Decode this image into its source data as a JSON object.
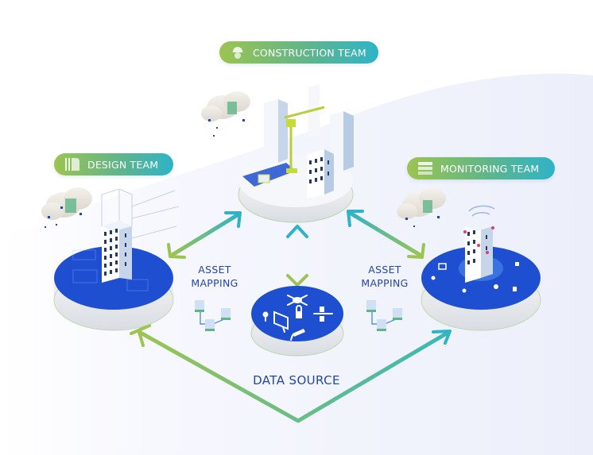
{
  "diagram": {
    "title": "Team data flow via asset mapping",
    "colors": {
      "platform_blue": "#1e4fd0",
      "text_blue": "#2446a8",
      "gradient_green": "#9cc451",
      "gradient_teal": "#2fb3c9",
      "background_tint": "#eef1fb"
    },
    "teams": [
      {
        "id": "design",
        "label": "DESIGN TEAM",
        "icon": "blueprint-icon"
      },
      {
        "id": "construction",
        "label": "CONSTRUCTION TEAM",
        "icon": "hardhat-worker-icon"
      },
      {
        "id": "monitoring",
        "label": "MONITORING TEAM",
        "icon": "dashboard-panel-icon"
      }
    ],
    "asset_mapping_left": {
      "line1": "ASSET",
      "line2": "MAPPING"
    },
    "asset_mapping_right": {
      "line1": "ASSET",
      "line2": "MAPPING"
    },
    "data_source": {
      "label": "DATA SOURCE",
      "icons": [
        "drone-icon",
        "lightbulb-icon",
        "monitor-icon",
        "lock-icon",
        "satellite-icon",
        "security-camera-icon"
      ]
    },
    "monitoring_platform_icons": [
      "monitor-icon",
      "lightbulb-icon",
      "thermostat-icon",
      "lock-icon",
      "camera-icon",
      "door-icon"
    ],
    "connections": [
      {
        "from": "construction",
        "to": "design",
        "direction": "bidirectional"
      },
      {
        "from": "construction",
        "to": "monitoring",
        "direction": "bidirectional"
      },
      {
        "from": "construction",
        "to": "data_source",
        "direction": "bidirectional"
      },
      {
        "from": "design",
        "to": "monitoring",
        "via": "data_source_loop",
        "direction": "bidirectional"
      }
    ]
  }
}
